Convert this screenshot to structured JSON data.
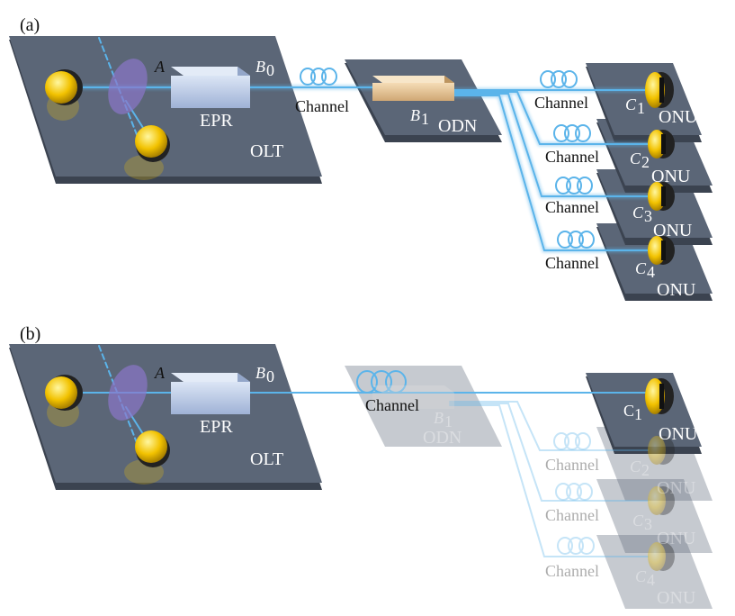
{
  "panels": [
    {
      "tag": "(a)",
      "olt": {
        "label": "OLT",
        "source_label": "EPR",
        "port_a": "A",
        "port_b0": "B",
        "port_b0_sub": "0"
      },
      "trunk_channel": "Channel",
      "odn": {
        "label": "ODN",
        "port": "B",
        "port_sub": "1"
      },
      "branches": [
        {
          "channel": "Channel",
          "onu": "ONU",
          "port": "C",
          "port_sub": "1"
        },
        {
          "channel": "Channel",
          "onu": "ONU",
          "port": "C",
          "port_sub": "2"
        },
        {
          "channel": "Channel",
          "onu": "ONU",
          "port": "C",
          "port_sub": "3"
        },
        {
          "channel": "Channel",
          "onu": "ONU",
          "port": "C",
          "port_sub": "4"
        }
      ]
    },
    {
      "tag": "(b)",
      "olt": {
        "label": "OLT",
        "source_label": "EPR",
        "port_a": "A",
        "port_b0": "B",
        "port_b0_sub": "0"
      },
      "trunk_channel": "Channel",
      "odn": {
        "label": "ODN",
        "port": "B",
        "port_sub": "1"
      },
      "branches": [
        {
          "channel": "",
          "onu": "ONU",
          "port": "C",
          "port_sub": "1"
        },
        {
          "channel": "Channel",
          "onu": "ONU",
          "port": "C",
          "port_sub": "2"
        },
        {
          "channel": "Channel",
          "onu": "ONU",
          "port": "C",
          "port_sub": "3"
        },
        {
          "channel": "Channel",
          "onu": "ONU",
          "port": "C",
          "port_sub": "4"
        }
      ]
    }
  ],
  "colors": {
    "board": "#5b6677",
    "board_edge": "#3b4350",
    "fiber": "#5bb4ea",
    "detector": "#f2c200",
    "epr_box": "#b9c9e4",
    "odn_box": "#e8c79b",
    "beam_splitter": "#8a76c9"
  }
}
